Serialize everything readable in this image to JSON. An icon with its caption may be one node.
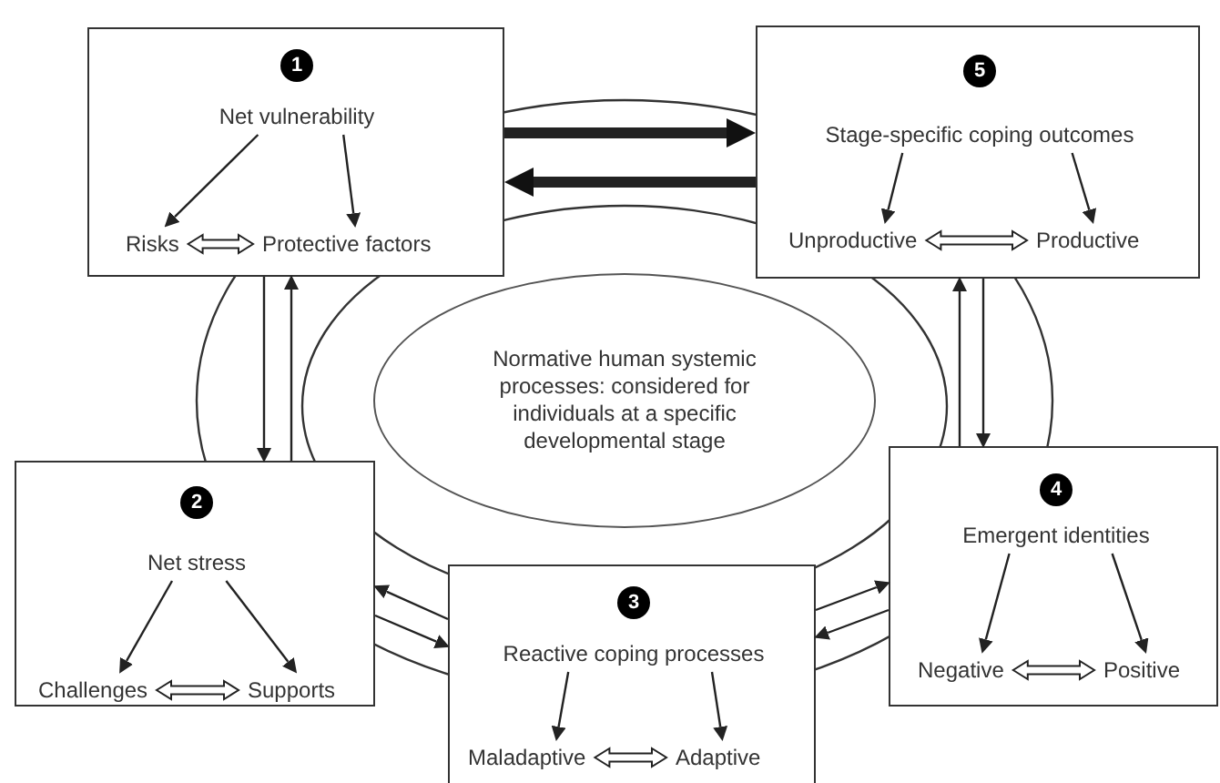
{
  "diagram": {
    "nodes": [
      {
        "text": [
          "1"
        ]
      },
      {
        "text": [
          "Net vulnerability"
        ],
        "in": 0
      },
      {
        "text": [
          "Risks"
        ],
        "in": 0
      },
      {
        "text": [
          "Protective factors"
        ],
        "in": 0
      },
      {
        "text": [
          "5"
        ]
      },
      {
        "text": [
          "Stage-specific coping outcomes"
        ],
        "in": 4
      },
      {
        "text": [
          "Unproductive"
        ],
        "in": 4
      },
      {
        "text": [
          "Productive"
        ],
        "in": 4
      },
      {
        "text": [
          "Normative human systemic processes: considered for individuals at a specific developmental stage"
        ]
      },
      {
        "text": [
          "2"
        ]
      },
      {
        "text": [
          "Net stress"
        ],
        "in": 9
      },
      {
        "text": [
          "Challenges"
        ],
        "in": 9
      },
      {
        "text": [
          "Supports"
        ],
        "in": 9
      },
      {
        "text": [
          "3"
        ]
      },
      {
        "text": [
          "Reactive coping processes"
        ],
        "in": 13
      },
      {
        "text": [
          "Maladaptive"
        ],
        "in": 13
      },
      {
        "text": [
          "Adaptive"
        ],
        "in": 13
      },
      {
        "text": [
          "4"
        ]
      },
      {
        "text": [
          "Emergent identities"
        ],
        "in": 17
      },
      {
        "text": [
          "Negative"
        ],
        "in": 17
      },
      {
        "text": [
          "Positive"
        ],
        "in": 17
      }
    ],
    "edges": [
      {
        "from": 1,
        "to": 2,
        "arrow": "to"
      },
      {
        "from": 1,
        "to": 3,
        "arrow": "to"
      },
      {
        "from": 2,
        "to": 3,
        "arrow": "both"
      },
      {
        "from": 5,
        "to": 6,
        "arrow": "to"
      },
      {
        "from": 5,
        "to": 7,
        "arrow": "to"
      },
      {
        "from": 6,
        "to": 7,
        "arrow": "both"
      },
      {
        "from": 10,
        "to": 11,
        "arrow": "to"
      },
      {
        "from": 10,
        "to": 12,
        "arrow": "to"
      },
      {
        "from": 11,
        "to": 12,
        "arrow": "both"
      },
      {
        "from": 14,
        "to": 15,
        "arrow": "to"
      },
      {
        "from": 14,
        "to": 16,
        "arrow": "to"
      },
      {
        "from": 15,
        "to": 16,
        "arrow": "both"
      },
      {
        "from": 18,
        "to": 19,
        "arrow": "to"
      },
      {
        "from": 18,
        "to": 20,
        "arrow": "to"
      },
      {
        "from": 19,
        "to": 20,
        "arrow": "both"
      },
      {
        "from": 0,
        "to": 4,
        "arrow": "to",
        "style": "thick"
      },
      {
        "from": 4,
        "to": 0,
        "arrow": "to",
        "style": "thick"
      },
      {
        "from": 0,
        "to": 9,
        "arrow": "to"
      },
      {
        "from": 9,
        "to": 0,
        "arrow": "to"
      },
      {
        "from": 4,
        "to": 17,
        "arrow": "to"
      },
      {
        "from": 17,
        "to": 4,
        "arrow": "to"
      },
      {
        "from": 9,
        "to": 13,
        "arrow": "to"
      },
      {
        "from": 13,
        "to": 9,
        "arrow": "to"
      },
      {
        "from": 13,
        "to": 17,
        "arrow": "to"
      },
      {
        "from": 17,
        "to": 13,
        "arrow": "to"
      }
    ]
  }
}
